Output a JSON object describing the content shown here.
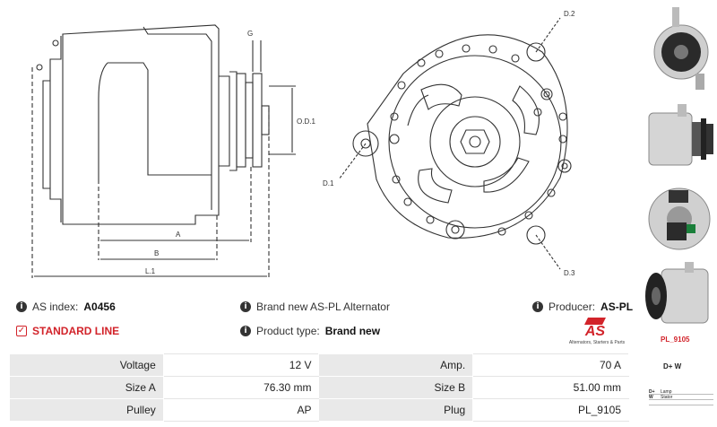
{
  "drawing": {
    "labels": {
      "g": "G",
      "od1": "O.D.1",
      "a": "A",
      "b": "B",
      "l1": "L.1",
      "d1": "D.1",
      "d2": "D.2",
      "d3": "D.3"
    }
  },
  "info": {
    "as_index_label": "AS index:",
    "as_index_value": "A0456",
    "standard_line": "STANDARD LINE",
    "brand_new_text": "Brand new AS-PL Alternator",
    "product_type_label": "Product type:",
    "product_type_value": "Brand new",
    "producer_label": "Producer:",
    "producer_value": "AS-PL",
    "logo_text": "AS",
    "logo_subtext": "Alternators, Starters & Parts"
  },
  "specs": [
    {
      "k1": "Voltage",
      "v1": "12 V",
      "k2": "Amp.",
      "v2": "70 A"
    },
    {
      "k1": "Size A",
      "v1": "76.30 mm",
      "k2": "Size B",
      "v2": "51.00 mm"
    },
    {
      "k1": "Pulley",
      "v1": "AP",
      "k2": "Plug",
      "v2": "PL_9105"
    }
  ],
  "plug": {
    "code": "PL_9105",
    "pins": "D+  W",
    "legend": [
      {
        "pin": "D+",
        "desc": "Lamp"
      },
      {
        "pin": "W",
        "desc": "Stator"
      },
      {
        "pin": "",
        "desc": ""
      }
    ]
  },
  "colors": {
    "accent": "#d2232a",
    "key_bg": "#e9e9e9"
  }
}
